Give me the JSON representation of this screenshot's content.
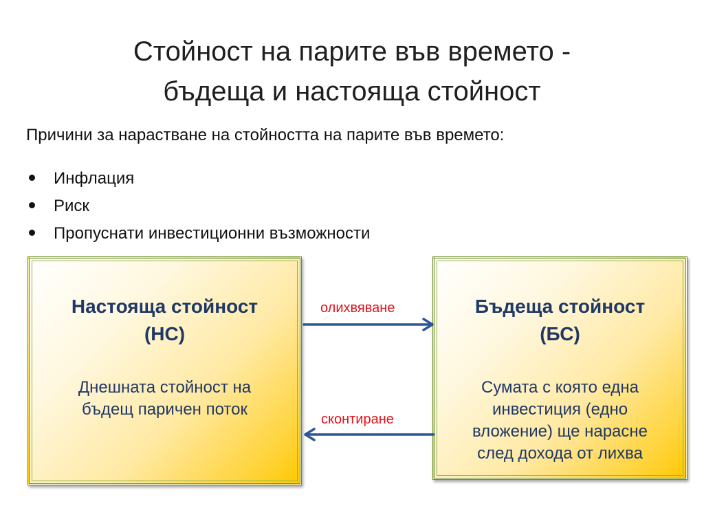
{
  "slide": {
    "title_lines": [
      "Стойност на парите във времето -",
      "бъдеща и настояща стойност"
    ],
    "subtitle": "Причини за нарастване на стойността на парите във времето:",
    "bullets": [
      "Инфлация",
      "Риск",
      "Пропуснати инвестиционни възможности"
    ]
  },
  "diagram": {
    "left_box": {
      "title_lines": [
        "Настояща стойност",
        "(НС)"
      ],
      "description_lines": [
        "Днешната стойност на",
        "бъдещ паричен поток"
      ]
    },
    "right_box": {
      "title_lines": [
        "Бъдеща стойност",
        "(БС)"
      ],
      "description_lines": [
        "Сумата с която една",
        "инвестиция (едно",
        "вложение) ще нарасне",
        "след дохода от лихва"
      ]
    },
    "arrows": {
      "forward_label": "олихвяване",
      "backward_label": "сконтиране"
    },
    "colors": {
      "box_border": "#6b8e23",
      "box_text": "#1f3864",
      "arrow": "#2e5597",
      "arrow_label": "#e0121b",
      "box_fill_end": "#ffc800"
    }
  }
}
